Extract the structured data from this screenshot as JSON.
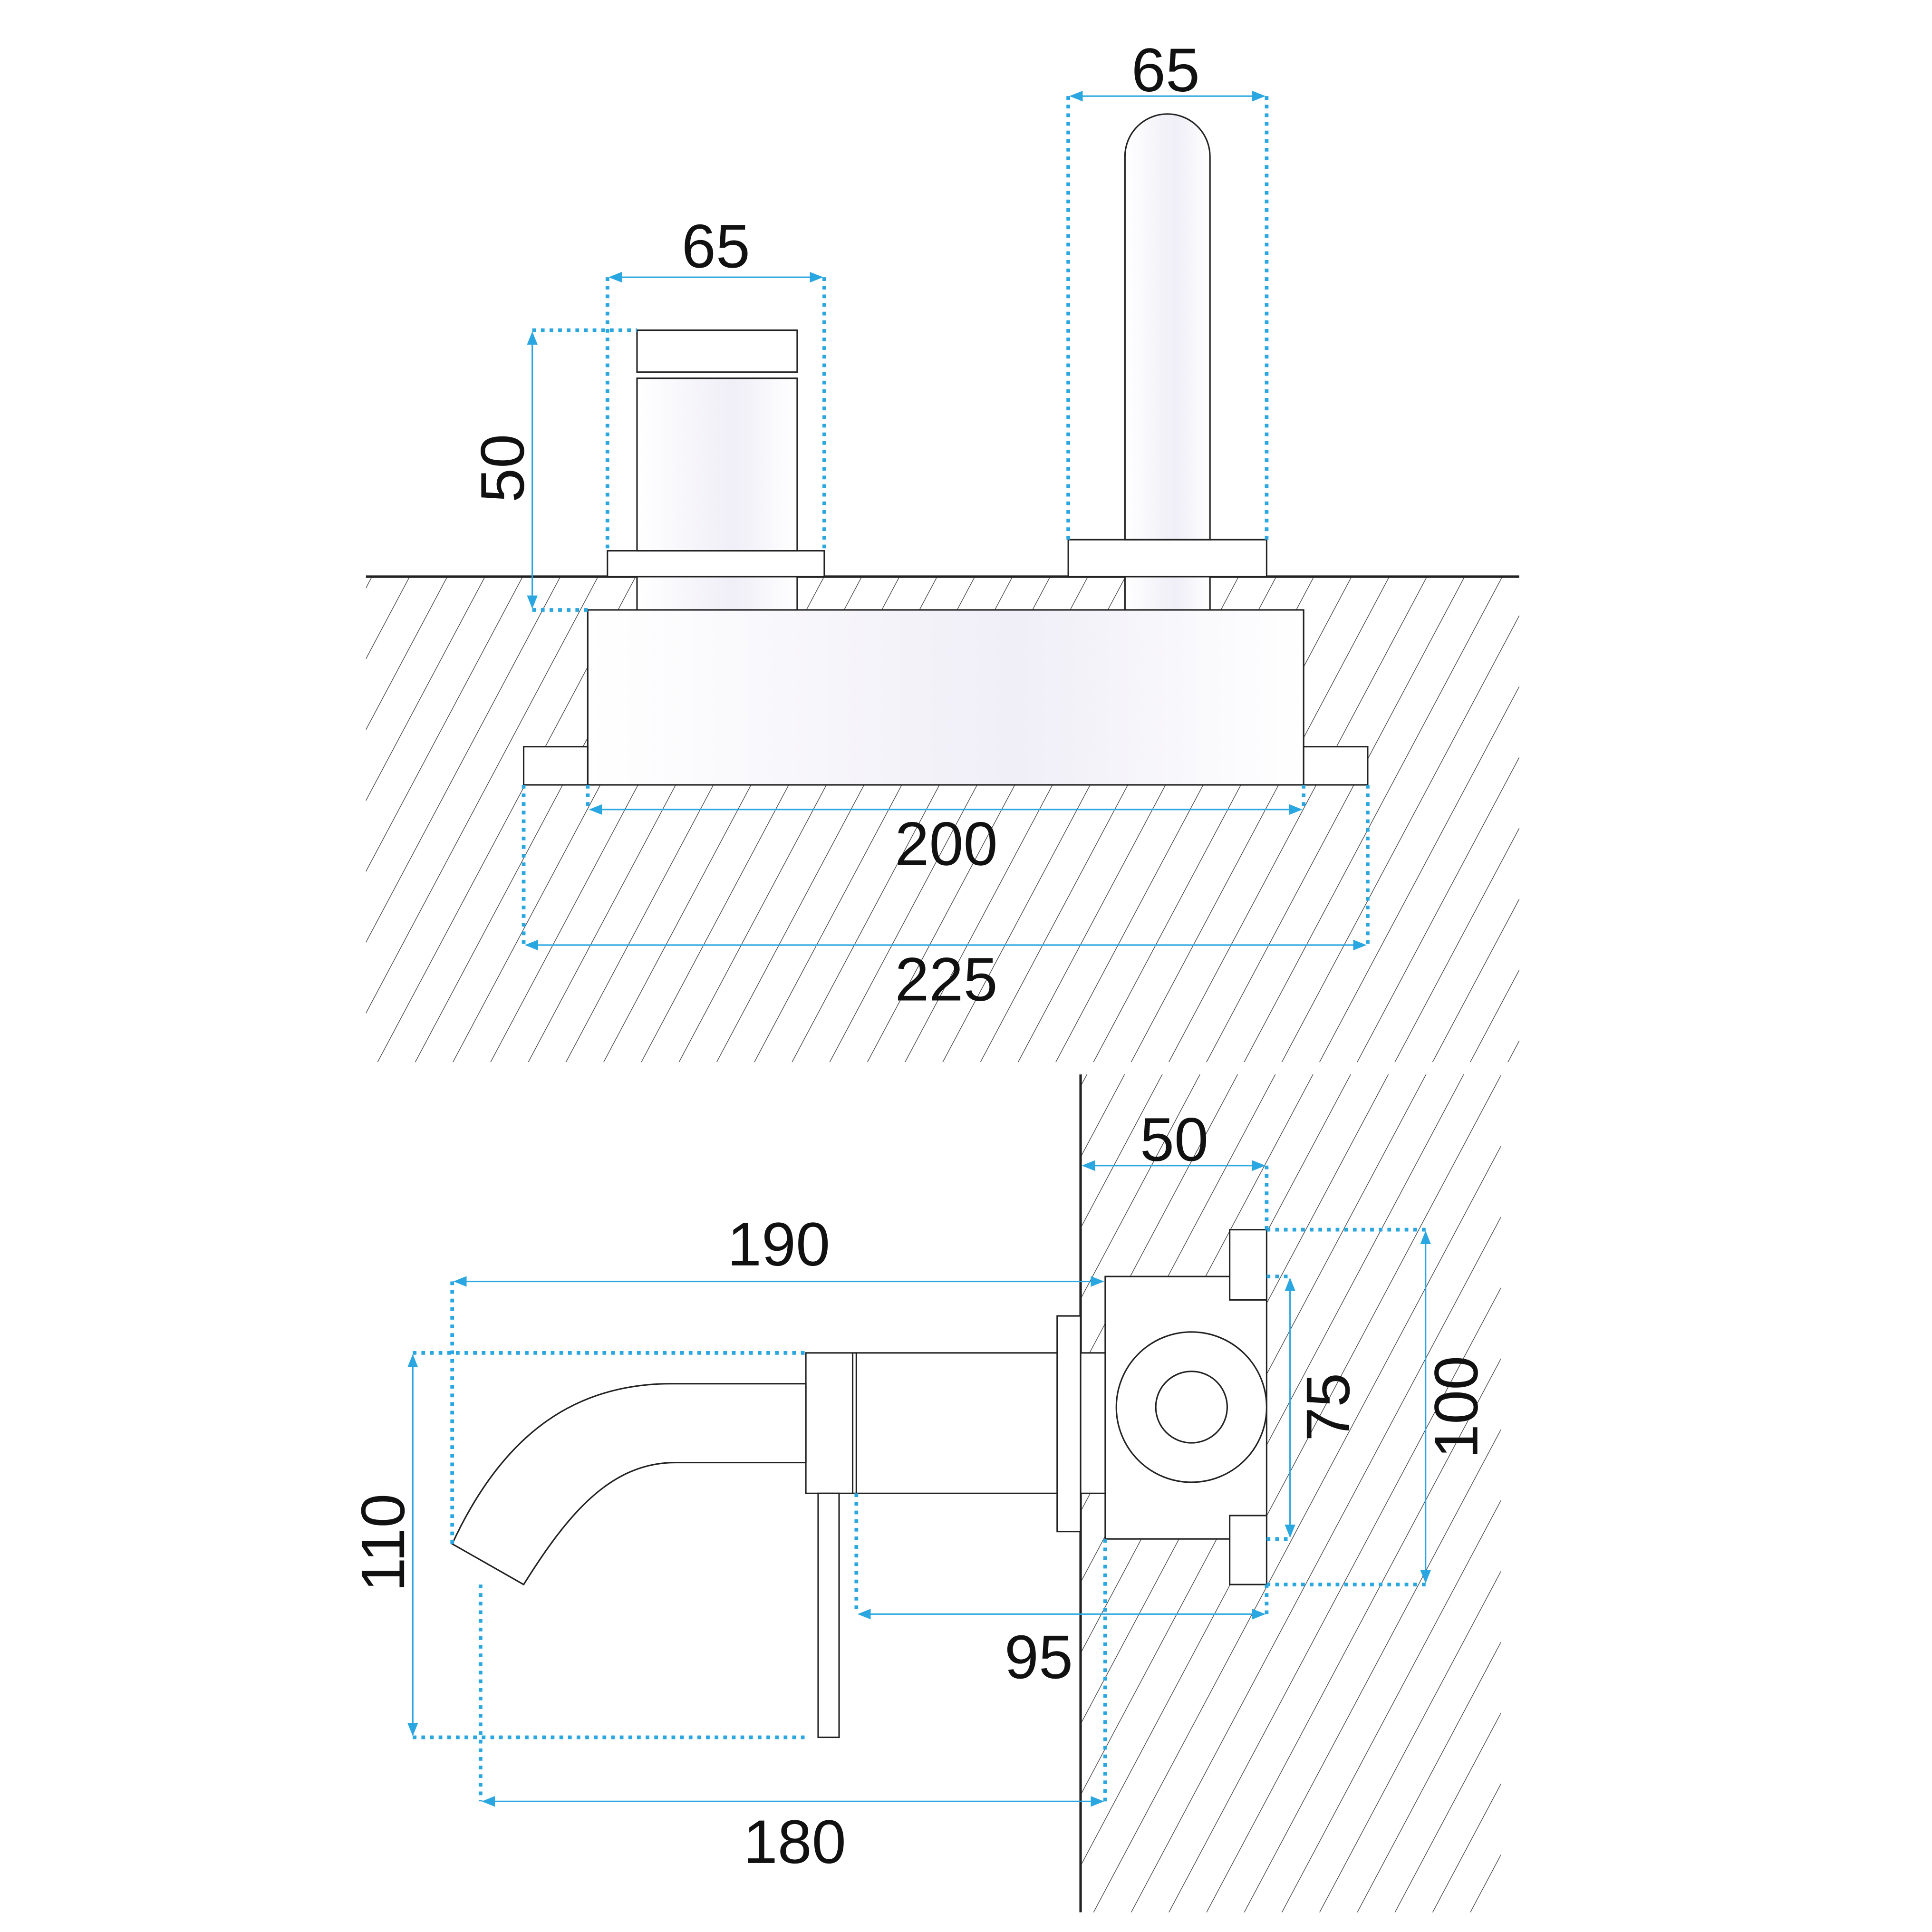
{
  "top_view": {
    "handle_width": "65",
    "spout_width": "65",
    "depth": "50",
    "box_width": "200",
    "plate_width": "225"
  },
  "side_view": {
    "wall_depth": "50",
    "spout_reach": "190",
    "spout_height": "110",
    "total_reach": "180",
    "body_length": "95",
    "box_inner_height": "75",
    "box_outer_height": "100"
  },
  "colors": {
    "dimension": "#2aa6e0",
    "outline": "#222222"
  }
}
